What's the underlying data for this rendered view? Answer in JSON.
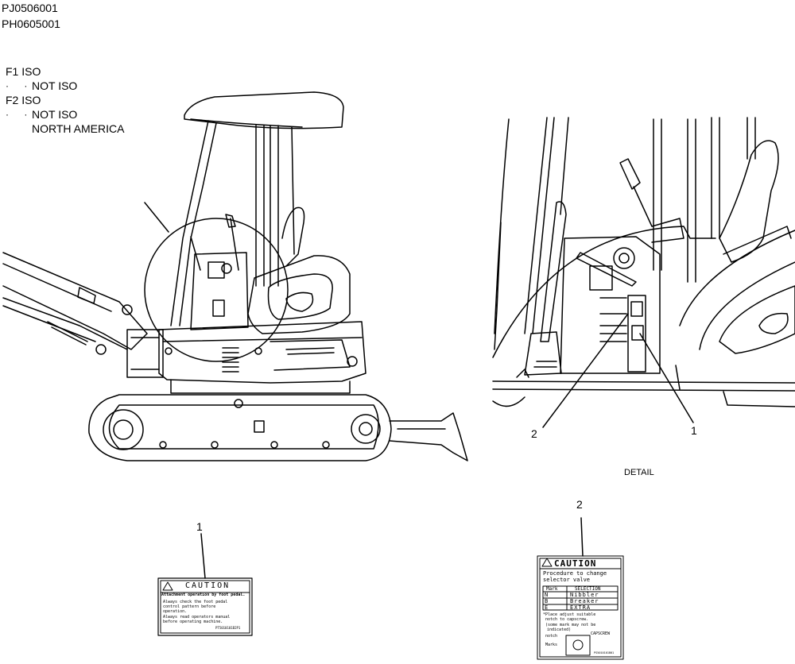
{
  "header": {
    "code1": "PJ0506001",
    "code2": "PH0605001"
  },
  "conditions": {
    "f1": "F1 ISO",
    "f1_sub": "NOT ISO",
    "f2": "F2 ISO",
    "f2_sub1": "NOT ISO",
    "f2_sub2": "NORTH AMERICA",
    "dots": "· ·"
  },
  "callouts": {
    "detail_1": "1",
    "detail_2": "2",
    "detail_label": "DETAIL",
    "label1_num": "1",
    "label2_num": "2"
  },
  "label1": {
    "title": "CAUTION",
    "line1": "Attachment operation by foot pedal.",
    "line2": "Always check the foot pedal",
    "line3": "control pattern before",
    "line4": "operation.",
    "line5": "Always read operators manual",
    "line6": "before operating machine.",
    "code": "PT5010101B2P1"
  },
  "label2": {
    "title": "CAUTION",
    "line1": "Procedure to change",
    "line2": "selector valve",
    "col_mark": "Mark",
    "col_selection": "SELECTION",
    "rows": [
      {
        "mark": "N",
        "selection": "Nibbler"
      },
      {
        "mark": "B",
        "selection": "Breaker"
      },
      {
        "mark": "E",
        "selection": "EXTRA"
      }
    ],
    "note1": "*Place adjust suitable",
    "note2": "notch to capscrew.",
    "note3": "(some mark may not be",
    "note4": "indicated)",
    "notch": "notch",
    "capscrew": "CAPSCREW",
    "marks": "Marks",
    "code": "PS5010101B01"
  }
}
